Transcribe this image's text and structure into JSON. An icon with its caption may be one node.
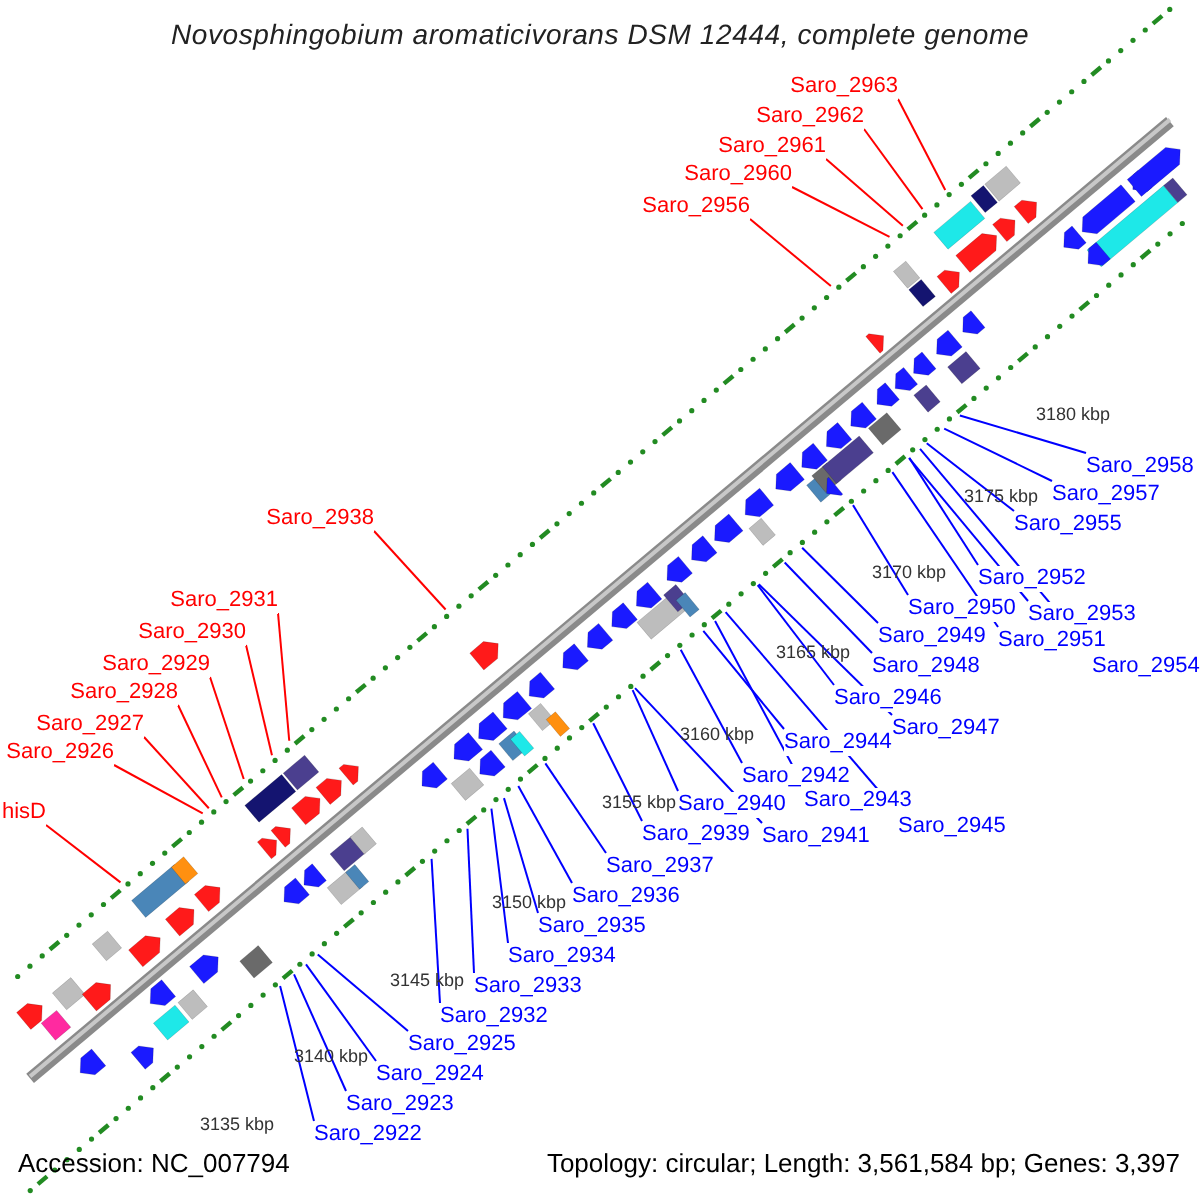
{
  "diagram": {
    "title": "Novosphingobium aromaticivorans DSM 12444, complete genome",
    "nodes": [
      {
        "text": [
          "Saro_2963"
        ]
      },
      {
        "text": [
          "Saro_2962"
        ]
      },
      {
        "text": [
          "Saro_2961"
        ]
      },
      {
        "text": [
          "Saro_2960"
        ]
      },
      {
        "text": [
          "Saro_2956"
        ]
      },
      {
        "text": [
          "Saro_2958"
        ]
      },
      {
        "text": [
          "Saro_2957"
        ]
      },
      {
        "text": [
          "Saro_2938"
        ]
      },
      {
        "text": [
          "Saro_2955"
        ]
      },
      {
        "text": [
          "Saro_2952"
        ]
      },
      {
        "text": [
          "Saro_2931"
        ]
      },
      {
        "text": [
          "Saro_2950"
        ]
      },
      {
        "text": [
          "Saro_2953"
        ]
      },
      {
        "text": [
          "Saro_2930"
        ]
      },
      {
        "text": [
          "Saro_2949"
        ]
      },
      {
        "text": [
          "Saro_2951"
        ]
      },
      {
        "text": [
          "Saro_2954"
        ]
      },
      {
        "text": [
          "Saro_2929"
        ]
      },
      {
        "text": [
          "Saro_2948"
        ]
      },
      {
        "text": [
          "Saro_2928"
        ]
      },
      {
        "text": [
          "Saro_2946"
        ]
      },
      {
        "text": [
          "Saro_2927"
        ]
      },
      {
        "text": [
          "Saro_2947"
        ]
      },
      {
        "text": [
          "Saro_2944"
        ]
      },
      {
        "text": [
          "Saro_2926"
        ]
      },
      {
        "text": [
          "Saro_2942"
        ]
      },
      {
        "text": [
          "Saro_2943"
        ]
      },
      {
        "text": [
          "Saro_2940"
        ]
      },
      {
        "text": [
          "hisD"
        ]
      },
      {
        "text": [
          "Saro_2945"
        ]
      },
      {
        "text": [
          "Saro_2939"
        ]
      },
      {
        "text": [
          "Saro_2941"
        ]
      },
      {
        "text": [
          "Saro_2937"
        ]
      },
      {
        "text": [
          "Saro_2936"
        ]
      },
      {
        "text": [
          "Saro_2935"
        ]
      },
      {
        "text": [
          "Saro_2934"
        ]
      },
      {
        "text": [
          "Saro_2933"
        ]
      },
      {
        "text": [
          "Saro_2932"
        ]
      },
      {
        "text": [
          "Saro_2925"
        ]
      },
      {
        "text": [
          "Saro_2924"
        ]
      },
      {
        "text": [
          "Saro_2923"
        ]
      },
      {
        "text": [
          "Saro_2922"
        ]
      }
    ],
    "edges": [
      {
        "from": 0,
        "to": null,
        "arrow": "none",
        "color": "#ff0000"
      },
      {
        "from": 1,
        "to": null,
        "arrow": "none",
        "color": "#ff0000"
      },
      {
        "from": 2,
        "to": null,
        "arrow": "none",
        "color": "#ff0000"
      },
      {
        "from": 3,
        "to": null,
        "arrow": "none",
        "color": "#ff0000"
      },
      {
        "from": 4,
        "to": null,
        "arrow": "none",
        "color": "#ff0000"
      },
      {
        "from": 5,
        "to": null,
        "arrow": "none"
      },
      {
        "from": 6,
        "to": null,
        "arrow": "none"
      },
      {
        "from": 7,
        "to": null,
        "arrow": "none",
        "color": "#ff0000"
      },
      {
        "from": 8,
        "to": null,
        "arrow": "none"
      },
      {
        "from": 9,
        "to": null,
        "arrow": "none"
      },
      {
        "from": 10,
        "to": null,
        "arrow": "none",
        "color": "#ff0000"
      },
      {
        "from": 11,
        "to": null,
        "arrow": "none"
      },
      {
        "from": 12,
        "to": null,
        "arrow": "none"
      },
      {
        "from": 13,
        "to": null,
        "arrow": "none",
        "color": "#ff0000"
      },
      {
        "from": 14,
        "to": null,
        "arrow": "none"
      },
      {
        "from": 15,
        "to": null,
        "arrow": "none"
      },
      {
        "from": 16,
        "to": null,
        "arrow": "none"
      },
      {
        "from": 17,
        "to": null,
        "arrow": "none",
        "color": "#ff0000"
      },
      {
        "from": 18,
        "to": null,
        "arrow": "none"
      },
      {
        "from": 19,
        "to": null,
        "arrow": "none",
        "color": "#ff0000"
      },
      {
        "from": 20,
        "to": null,
        "arrow": "none"
      },
      {
        "from": 21,
        "to": null,
        "arrow": "none",
        "color": "#ff0000"
      },
      {
        "from": 22,
        "to": null,
        "arrow": "none"
      },
      {
        "from": 23,
        "to": null,
        "arrow": "none"
      },
      {
        "from": 24,
        "to": null,
        "arrow": "none",
        "color": "#ff0000"
      },
      {
        "from": 25,
        "to": null,
        "arrow": "none"
      },
      {
        "from": 26,
        "to": null,
        "arrow": "none"
      },
      {
        "from": 27,
        "to": null,
        "arrow": "none"
      },
      {
        "from": 28,
        "to": null,
        "arrow": "none",
        "color": "#ff0000"
      },
      {
        "from": 29,
        "to": null,
        "arrow": "none"
      },
      {
        "from": 30,
        "to": null,
        "arrow": "none"
      },
      {
        "from": 31,
        "to": null,
        "arrow": "none"
      },
      {
        "from": 32,
        "to": null,
        "arrow": "none"
      },
      {
        "from": 33,
        "to": null,
        "arrow": "none"
      },
      {
        "from": 34,
        "to": null,
        "arrow": "none"
      },
      {
        "from": 35,
        "to": null,
        "arrow": "none"
      },
      {
        "from": 36,
        "to": null,
        "arrow": "none"
      },
      {
        "from": 37,
        "to": null,
        "arrow": "none"
      },
      {
        "from": 38,
        "to": null,
        "arrow": "none"
      },
      {
        "from": 39,
        "to": null,
        "arrow": "none"
      },
      {
        "from": 40,
        "to": null,
        "arrow": "none"
      },
      {
        "from": 41,
        "to": null,
        "arrow": "none"
      }
    ],
    "labels": [
      "3180 kbp",
      "3175 kbp",
      "3170 kbp",
      "3165 kbp",
      "3160 kbp",
      "3155 kbp",
      "3150 kbp",
      "3145 kbp",
      "3140 kbp",
      "3135 kbp",
      "Accession: NC_007794",
      "Topology: circular; Length: 3,561,584 bp; Genes: 3,397"
    ]
  }
}
